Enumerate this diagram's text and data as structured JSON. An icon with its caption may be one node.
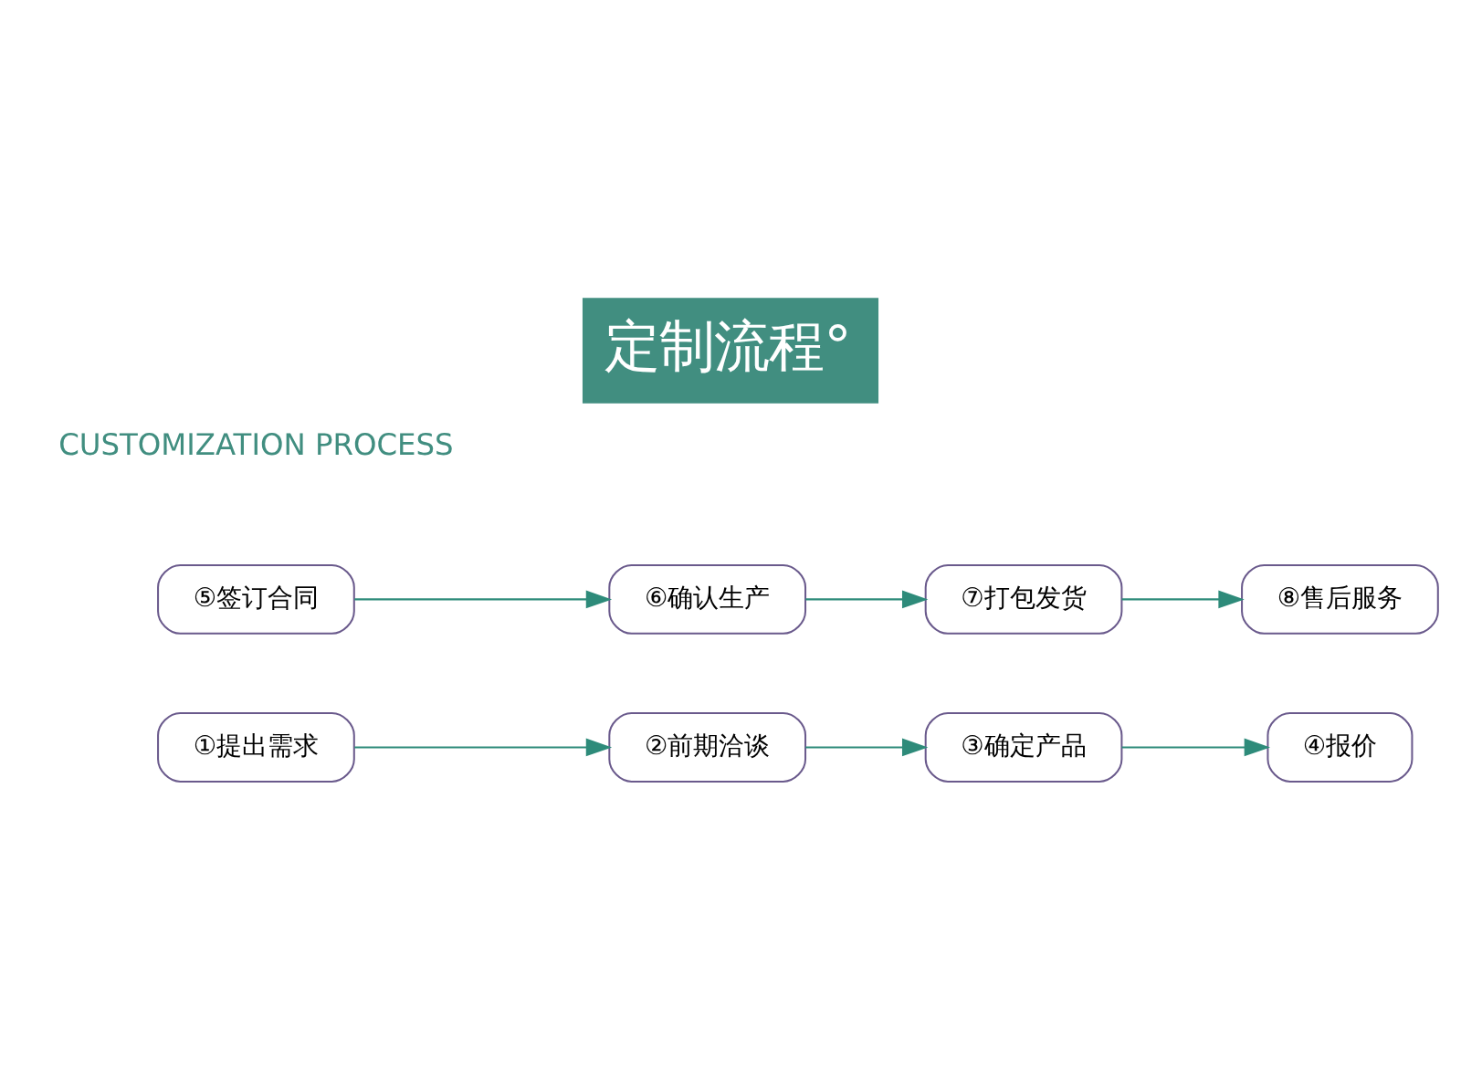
{
  "diagram": {
    "title": "定制流程°",
    "nodes": [
      {
        "text": [
          "①提出需求"
        ]
      },
      {
        "text": [
          "②前期洽谈"
        ]
      },
      {
        "text": [
          "③确定产品"
        ]
      },
      {
        "text": [
          "④报价"
        ]
      },
      {
        "text": [
          "⑤签订合同"
        ]
      },
      {
        "text": [
          "⑥确认生产"
        ]
      },
      {
        "text": [
          "⑦打包发货"
        ]
      },
      {
        "text": [
          "⑧售后服务"
        ]
      }
    ],
    "edges": [
      {
        "from": 0,
        "to": 1,
        "arrow": "to"
      },
      {
        "from": 1,
        "to": 2,
        "arrow": "to"
      },
      {
        "from": 2,
        "to": 3,
        "arrow": "to"
      },
      {
        "from": 4,
        "to": 5,
        "arrow": "to"
      },
      {
        "from": 5,
        "to": 6,
        "arrow": "to"
      },
      {
        "from": 6,
        "to": 7,
        "arrow": "to"
      }
    ],
    "labels": [
      "CUSTOMIZATION PROCESS"
    ]
  }
}
